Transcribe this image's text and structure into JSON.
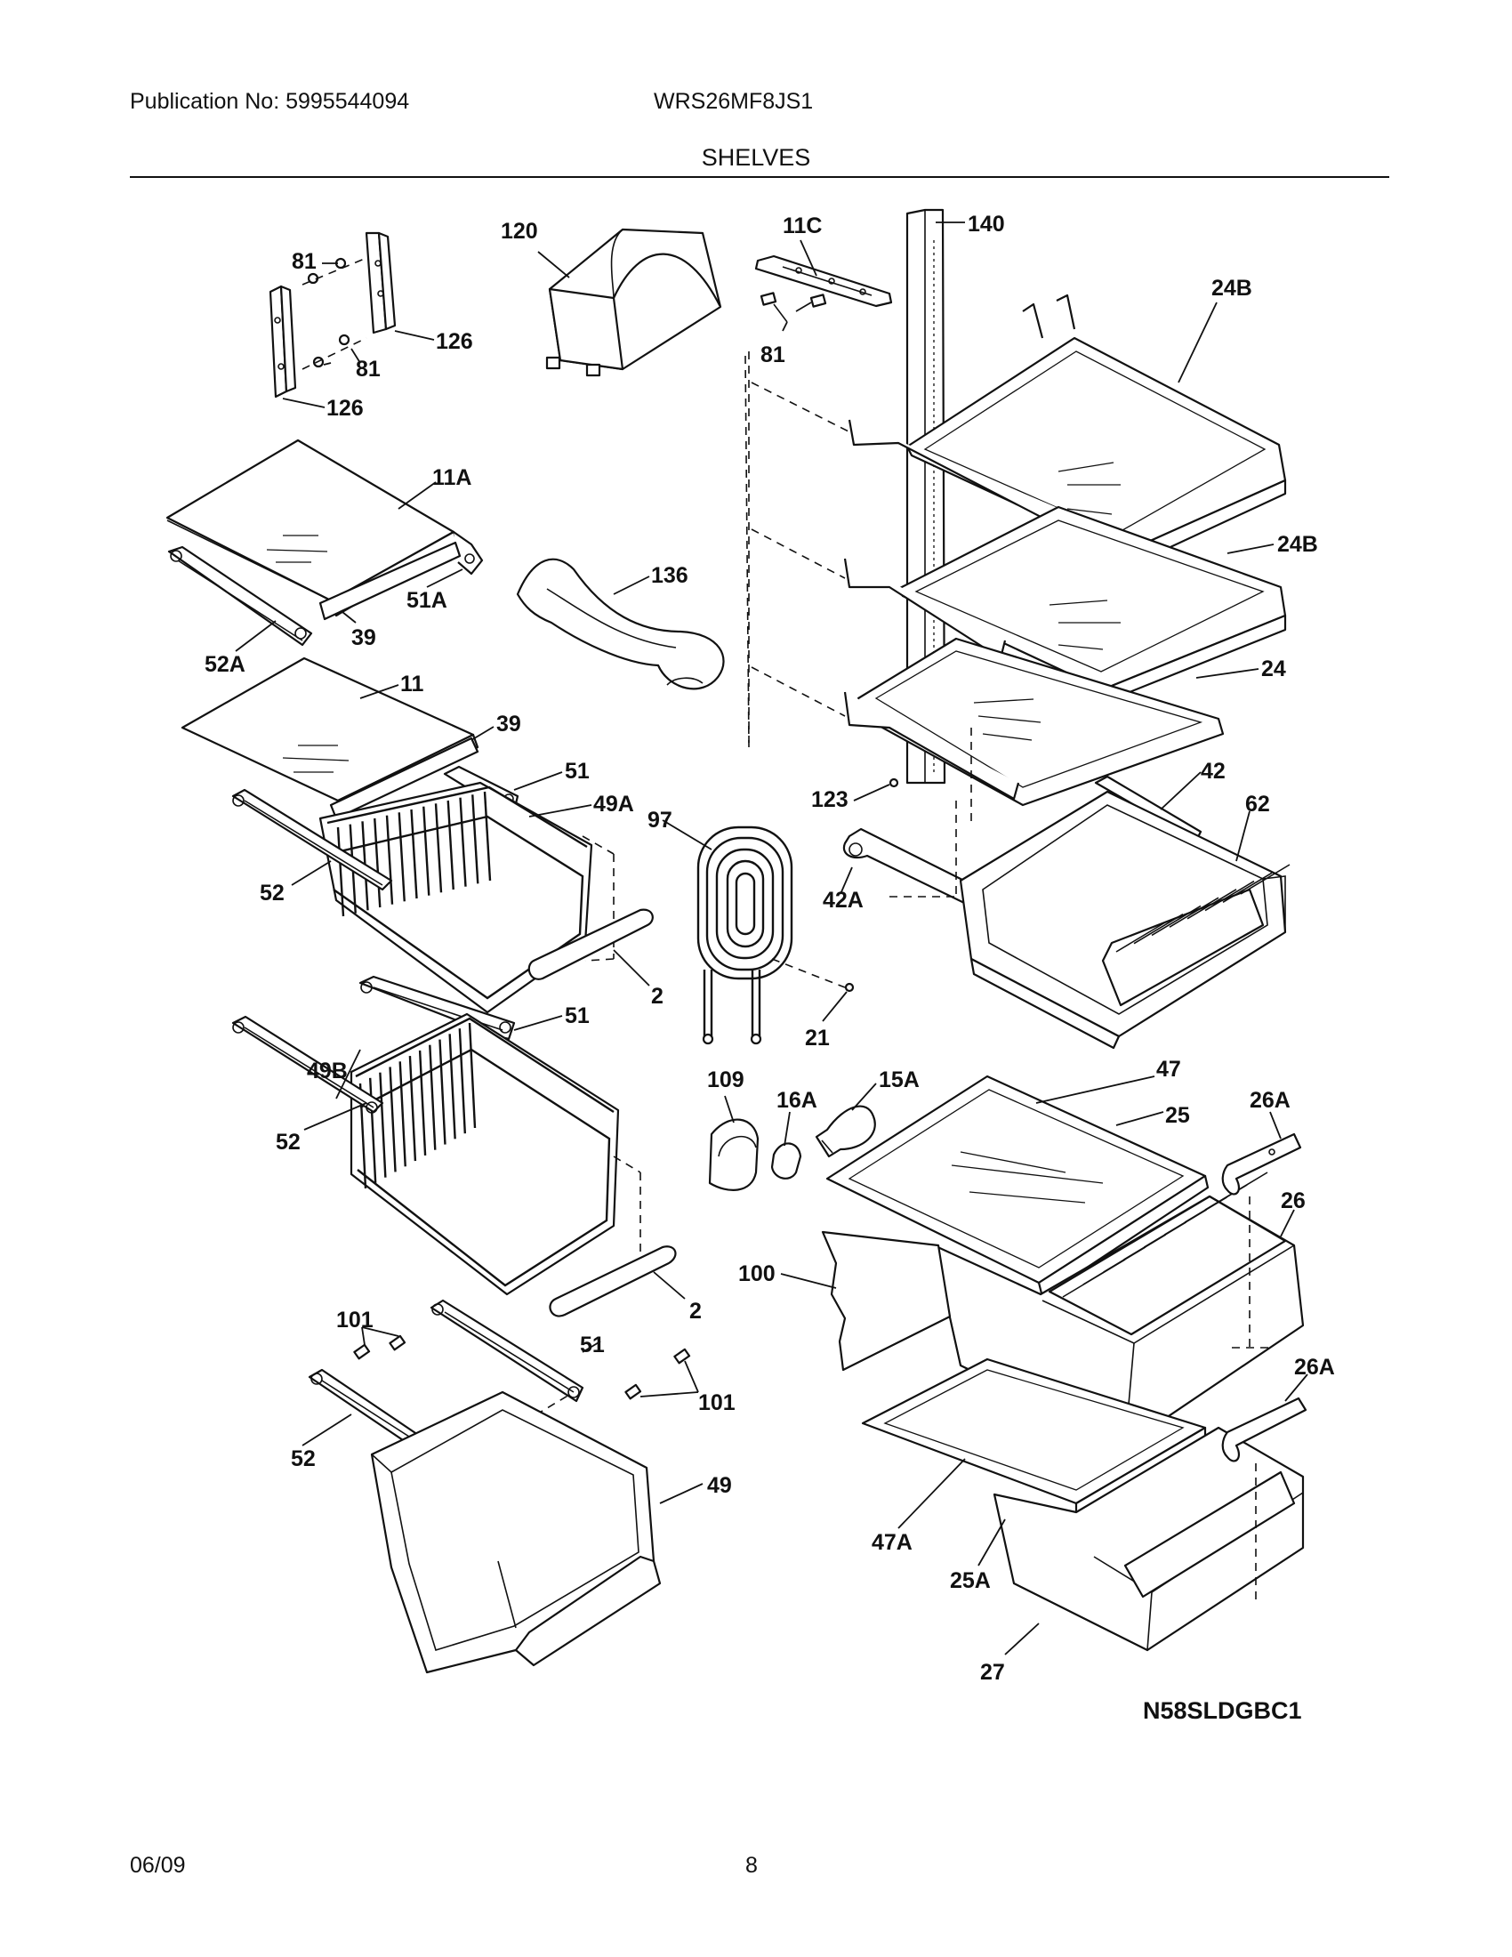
{
  "header": {
    "publication": "Publication No: 5995544094",
    "model": "WRS26MF8JS1",
    "section_title": "SHELVES"
  },
  "footer": {
    "date": "06/09",
    "page": "8"
  },
  "diagram_code": "N58SLDGBC1",
  "callouts": {
    "c81a": "81",
    "c81b": "81",
    "c81c": "81",
    "c126a": "126",
    "c126b": "126",
    "c120": "120",
    "c11c": "11C",
    "c140": "140",
    "c24b_top": "24B",
    "c24b_mid": "24B",
    "c24": "24",
    "c11a": "11A",
    "c51a": "51A",
    "c39a": "39",
    "c52a": "52A",
    "c136": "136",
    "c11": "11",
    "c39b": "39",
    "c51_top": "51",
    "c49a": "49A",
    "c97": "97",
    "c123": "123",
    "c42": "42",
    "c62": "62",
    "c42a": "42A",
    "c52_top": "52",
    "c2_top": "2",
    "c51_mid": "51",
    "c21": "21",
    "c49b": "49B",
    "c52_mid": "52",
    "c109": "109",
    "c16a": "16A",
    "c15a": "15A",
    "c47": "47",
    "c25": "25",
    "c26a_top": "26A",
    "c26": "26",
    "c100": "100",
    "c2_bot": "2",
    "c101a": "101",
    "c51_bot": "51",
    "c101b": "101",
    "c26a_bot": "26A",
    "c52_bot": "52",
    "c49": "49",
    "c47a": "47A",
    "c25a": "25A",
    "c27": "27"
  }
}
